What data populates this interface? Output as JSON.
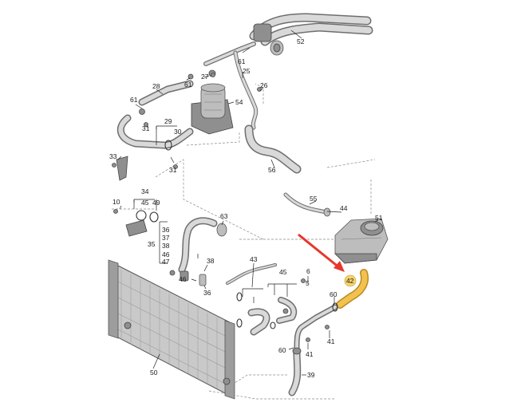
{
  "colors": {
    "highlight_part": "#f2c14e",
    "highlight_label": "#f5d36b",
    "arrow": "#e8372a",
    "hose": "#8a8a8a",
    "hose_fill": "#dcdcdc"
  },
  "labels": {
    "p25": "25",
    "p26": "26",
    "p27": "27",
    "p28": "28",
    "p29": "29",
    "p30": "30",
    "p31a": "31",
    "p31b": "31",
    "p33": "33",
    "p34": "34",
    "p35": "35",
    "p36a": "36",
    "p36b": "36",
    "p37": "37",
    "p38a": "38",
    "p38b": "38",
    "p39": "39",
    "p41a": "41",
    "p41b": "41",
    "p42": "42",
    "p43": "43",
    "p44": "44",
    "p45": "45",
    "p46a": "46",
    "p46b": "46",
    "p47": "47",
    "p49": "49",
    "p50": "50",
    "p51": "51",
    "p52": "52",
    "p54": "54",
    "p55": "55",
    "p56": "56",
    "p60a": "60",
    "p60b": "60",
    "p61a": "61",
    "p61b": "61",
    "p61c": "61",
    "p63": "63",
    "p6a": "6",
    "p10": "10",
    "p5": "5"
  }
}
